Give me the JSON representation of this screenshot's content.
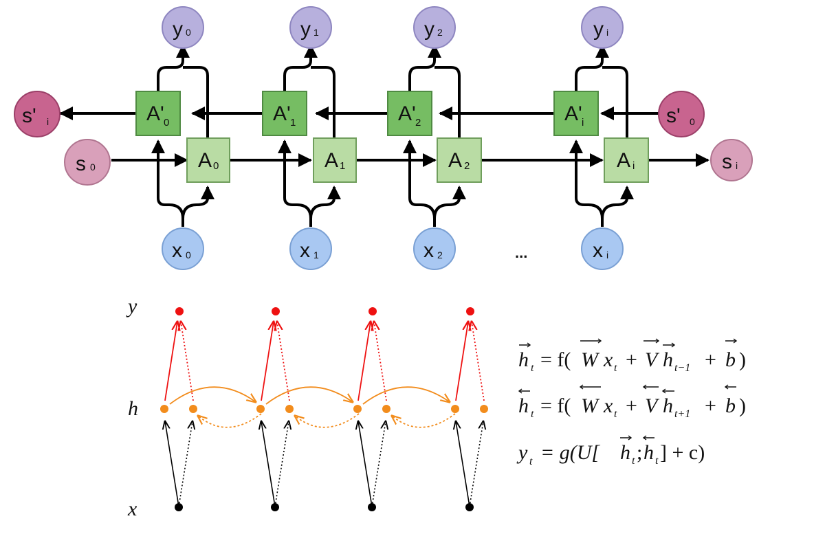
{
  "top_diagram": {
    "outputs": [
      {
        "main": "y",
        "sub": "0"
      },
      {
        "main": "y",
        "sub": "1"
      },
      {
        "main": "y",
        "sub": "2"
      },
      {
        "main": "y",
        "sub": "i"
      }
    ],
    "inputs": [
      {
        "main": "x",
        "sub": "0"
      },
      {
        "main": "x",
        "sub": "1"
      },
      {
        "main": "x",
        "sub": "2"
      },
      {
        "main": "x",
        "sub": "i"
      }
    ],
    "forward_cells": [
      {
        "main": "A",
        "sub": "0"
      },
      {
        "main": "A",
        "sub": "1"
      },
      {
        "main": "A",
        "sub": "2"
      },
      {
        "main": "A",
        "sub": "i"
      }
    ],
    "backward_cells": [
      {
        "main": "A'",
        "sub": "0"
      },
      {
        "main": "A'",
        "sub": "1"
      },
      {
        "main": "A'",
        "sub": "2"
      },
      {
        "main": "A'",
        "sub": "i"
      }
    ],
    "forward_start": {
      "main": "s",
      "sub": "0"
    },
    "forward_end": {
      "main": "s",
      "sub": "i"
    },
    "backward_start": {
      "main": "s'",
      "sub": "0"
    },
    "backward_end": {
      "main": "s'",
      "sub": "i"
    },
    "ellipsis": "...",
    "colors": {
      "output_node": "#b7b0dd",
      "input_node": "#a9c8f2",
      "state_node": "#d9a0ba",
      "state_node_dark": "#c8648f",
      "forward_cell": "#b9dca4",
      "backward_cell": "#76bd63"
    }
  },
  "bottom_diagram": {
    "labels": {
      "y": "y",
      "h": "h",
      "x": "x"
    },
    "colors": {
      "output": "#ee1111",
      "hidden": "#f28c1c",
      "input": "#000000"
    },
    "equations": {
      "eq1": {
        "lhs": "h",
        "lhs_sub": "t",
        "rhs": "= f(",
        "W": "W",
        "x": "x",
        "x_sub": "t",
        "plus1": "+",
        "V": "V",
        "h": "h",
        "h_sub": "t−1",
        "plus2": "+",
        "b": "b",
        "close": ")"
      },
      "eq2": {
        "lhs": "h",
        "lhs_sub": "t",
        "rhs": "= f(",
        "W": "W",
        "x": "x",
        "x_sub": "t",
        "plus1": "+",
        "V": "V",
        "h": "h",
        "h_sub": "t+1",
        "plus2": "+",
        "b": "b",
        "close": ")"
      },
      "eq3": {
        "lhs": "y",
        "lhs_sub": "t",
        "eq": "= g(U[",
        "h1": "h",
        "h1_sub": "t",
        "sep": ";",
        "h2": "h",
        "h2_sub": "t",
        "close": "] + c)"
      }
    }
  }
}
